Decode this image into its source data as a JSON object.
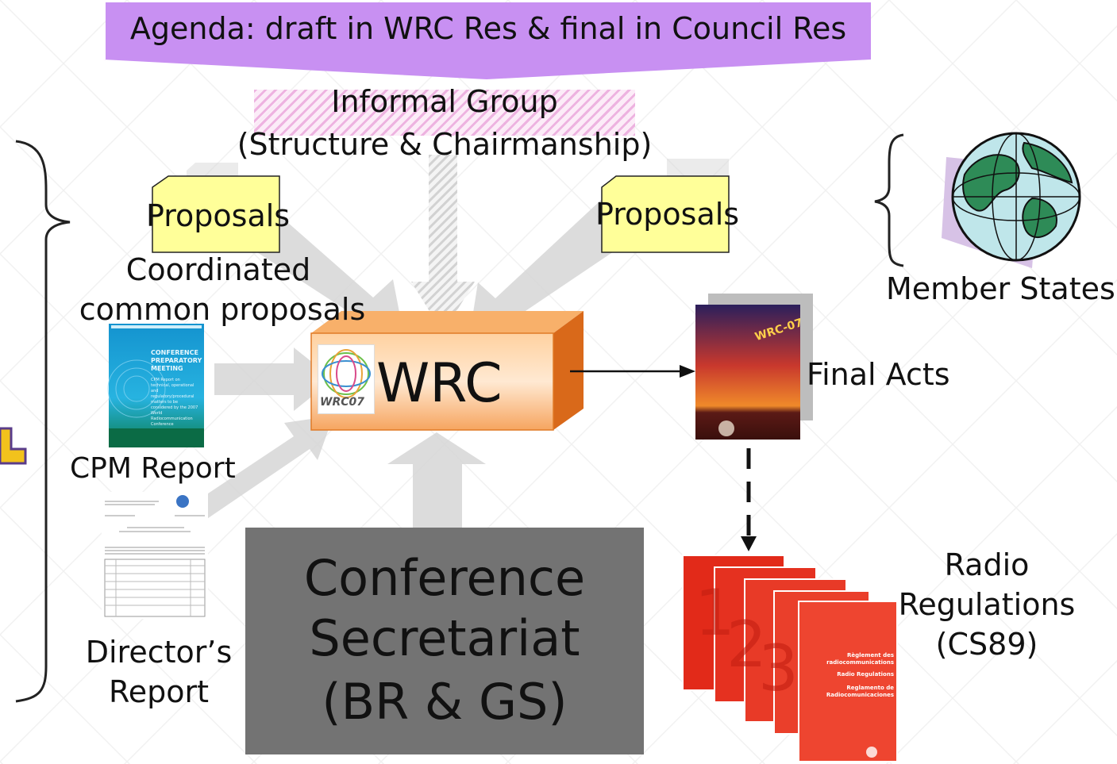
{
  "agenda": {
    "text": "Agenda: draft in WRC Res & final in Council Res",
    "color": "#c890f2"
  },
  "informal_group": {
    "line1": "Informal Group",
    "line2": "(Structure & Chairmanship)"
  },
  "proposals_left": "Proposals",
  "proposals_right": "Proposals",
  "coordinated": {
    "line1": "Coordinated",
    "line2": "common proposals"
  },
  "cpm_report": {
    "label": "CPM Report",
    "cover_title": "CONFERENCE PREPARATORY MEETING",
    "cover_text": "CPM Report on technical, operational and regulatory/procedural matters to be considered by the 2007 World Radiocommunication Conference"
  },
  "directors_report": {
    "line1": "Director’s",
    "line2": "Report"
  },
  "wrc_box": {
    "label": "WRC",
    "logo_text": "WRC07",
    "color": "#f08a2c"
  },
  "final_acts": {
    "label": "Final Acts",
    "cover_year": "WRC-07"
  },
  "member_states": "Member States",
  "radio_regulations": {
    "line1": "Radio",
    "line2": "Regulations",
    "line3": "(CS89)",
    "cover_lines": [
      "Règlement des radiocommunications",
      "Radio Regulations",
      "Reglamento de Radiocomunicaciones"
    ]
  },
  "secretariat": {
    "line1": "Conference",
    "line2": "Secretariat",
    "line3": "(BR & GS)",
    "color": "#737373"
  }
}
